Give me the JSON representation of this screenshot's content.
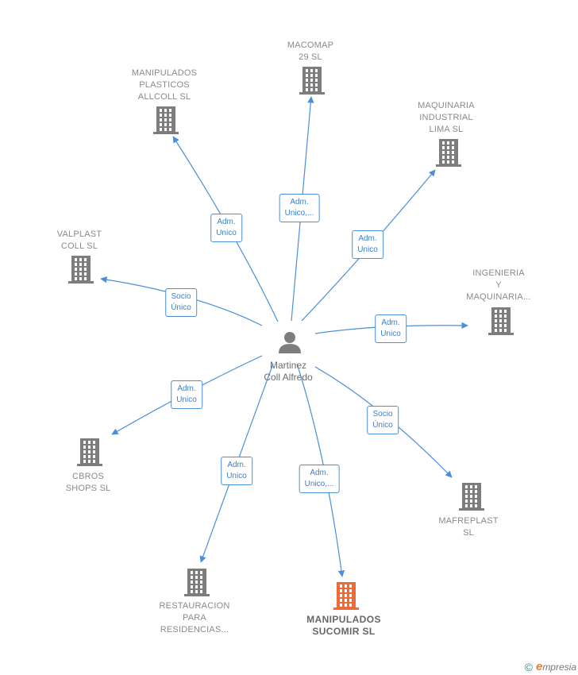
{
  "person": {
    "name": "Martinez\nColl Alfredo",
    "icon": "person-icon"
  },
  "companies": [
    {
      "id": "macomap",
      "name": "MACOMAP\n29  SL",
      "relation": "Adm.\nUnico,...",
      "highlight": false
    },
    {
      "id": "manipulados-plasticos",
      "name": "MANIPULADOS\nPLASTICOS\nALLCOLL SL",
      "relation": "Adm.\nUnico",
      "highlight": false
    },
    {
      "id": "maquinaria-industrial",
      "name": "MAQUINARIA\nINDUSTRIAL\nLIMA SL",
      "relation": "Adm.\nUnico",
      "highlight": false
    },
    {
      "id": "valplast",
      "name": "VALPLAST\nCOLL  SL",
      "relation": "Socio\nÚnico",
      "highlight": false
    },
    {
      "id": "ingenieria",
      "name": "INGENIERIA\nY\nMAQUINARIA...",
      "relation": "Adm.\nUnico",
      "highlight": false
    },
    {
      "id": "cbros",
      "name": "CBROS\nSHOPS  SL",
      "relation": "Adm.\nUnico",
      "highlight": false
    },
    {
      "id": "mafreplast",
      "name": "MAFREPLAST\nSL",
      "relation": "Socio\nÚnico",
      "highlight": false
    },
    {
      "id": "restauracion",
      "name": "RESTAURACION\nPARA\nRESIDENCIAS...",
      "relation": "Adm.\nUnico",
      "highlight": false
    },
    {
      "id": "manipulados-sucomir",
      "name": "MANIPULADOS\nSUCOMIR  SL",
      "relation": "Adm.\nUnico,...",
      "highlight": true
    }
  ],
  "colors": {
    "edge": "#4a8fd8",
    "building": "#7d7d7d",
    "building_highlight": "#f06a35",
    "person": "#7d7d7d"
  },
  "footer": {
    "copyright": "©",
    "brand_initial": "e",
    "brand_rest": "mpresia"
  }
}
